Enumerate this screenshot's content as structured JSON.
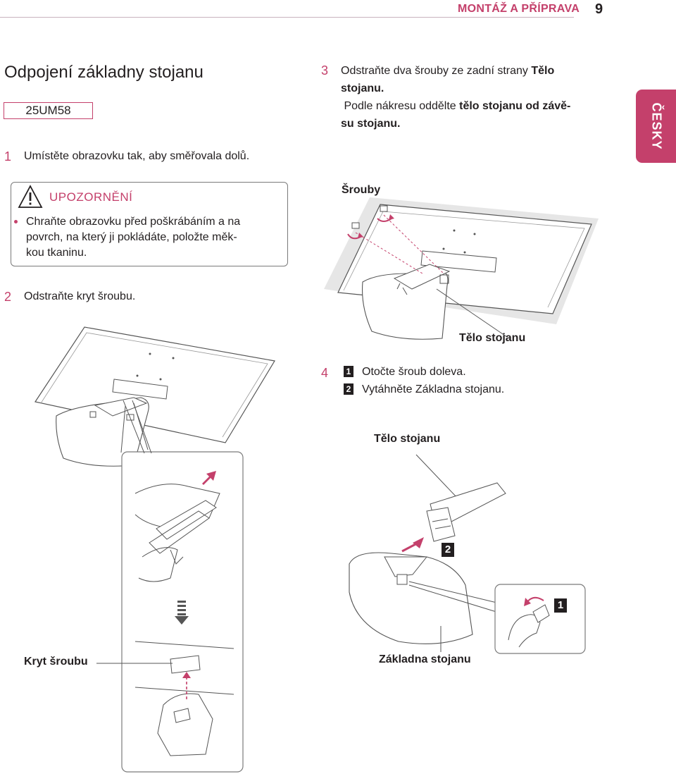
{
  "header": {
    "section_title": "MONTÁŽ A PŘÍPRAVA",
    "page_number": "9"
  },
  "side_tab": {
    "label": "ČESKY"
  },
  "section": {
    "title": "Odpojení základny stojanu",
    "model": "25UM58"
  },
  "steps": {
    "s1": {
      "number": "1",
      "text": "Umístěte obrazovku tak, aby směřovala dolů."
    },
    "caution": {
      "title": "UPOZORNĚNÍ",
      "line1": "Chraňte obrazovku před poškrábáním a na",
      "line2": "povrch, na který ji pokládáte, položte měk-",
      "line3": "kou tkaninu."
    },
    "s2": {
      "number": "2",
      "text": "Odstraňte kryt šroubu."
    },
    "s3": {
      "number": "3",
      "t1": "Odstraňte dva šrouby ze zadní strany ",
      "t1b": "Tělo",
      "t2b": "stojanu.",
      "t3": "Podle nákresu oddělte ",
      "t3b": "tělo stojanu od závě-",
      "t4b": "su stojanu."
    },
    "s4": {
      "number": "4",
      "sub1_num": "1",
      "sub1": "Otočte šroub doleva.",
      "sub2_num": "2",
      "sub2": "Vytáhněte Základna stojanu."
    }
  },
  "labels": {
    "screws": "Šrouby",
    "stand_body_1": "Tělo stojanu",
    "stand_body_2": "Tělo stojanu",
    "screw_cover": "Kryt šroubu",
    "stand_base": "Základna stojanu",
    "callout_1": "1",
    "callout_2": "2"
  },
  "colors": {
    "accent": "#c4406b",
    "text": "#231f20",
    "line": "#7a7a7a"
  },
  "icons": [
    "warning-triangle-icon",
    "arrow-down-icon",
    "rotate-arrow-icon"
  ]
}
